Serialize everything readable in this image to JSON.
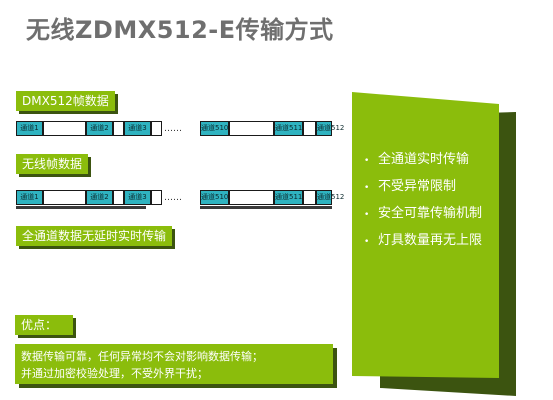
{
  "title": "无线ZDMX512-E传输方式",
  "dmx_label": "DMX512帧数据",
  "wireless_label": "无线帧数据",
  "realtime_label": "全通道数据无延时实时传输",
  "channels": [
    "通道1",
    "通道2",
    "通道3",
    "通道510",
    "通道511",
    "通道512"
  ],
  "ellipsis": "……",
  "features": [
    "全通道实时传输",
    "不受异常限制",
    "安全可靠传输机制",
    "灯具数量再无上限"
  ],
  "bullet": "•",
  "advantage_label": "优点：",
  "advantage_lines": [
    "数据传输可靠，任何异常均不会对影响数据传输；",
    "并通过加密校验处理，不受外界干扰；"
  ],
  "colors": {
    "green": "#8bbd0c",
    "dark_green": "#3c5410",
    "channel_cyan": "#2fb3c0",
    "title_gray": "#6f6f6f"
  }
}
